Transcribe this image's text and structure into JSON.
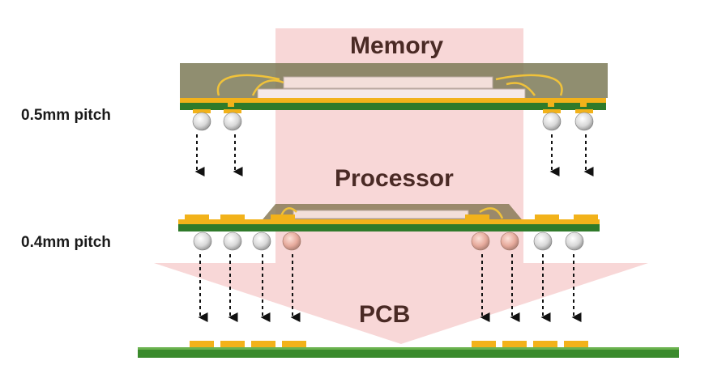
{
  "labels": {
    "memory": "Memory",
    "processor": "Processor",
    "pcb": "PCB",
    "memory_pitch": "0.5mm pitch",
    "processor_pitch": "0.4mm pitch"
  },
  "colors": {
    "substrate_green": "#2f7a2a",
    "pad_gold": "#f2b21a",
    "mold_olive": "#7d7a57",
    "wire_gold": "#f0c23a",
    "arrow_pink": "#f6c9c9",
    "die": "#f3dfda"
  },
  "icons": {
    "arrow": "dashed-down-arrow-icon",
    "ball": "solder-ball-icon"
  }
}
